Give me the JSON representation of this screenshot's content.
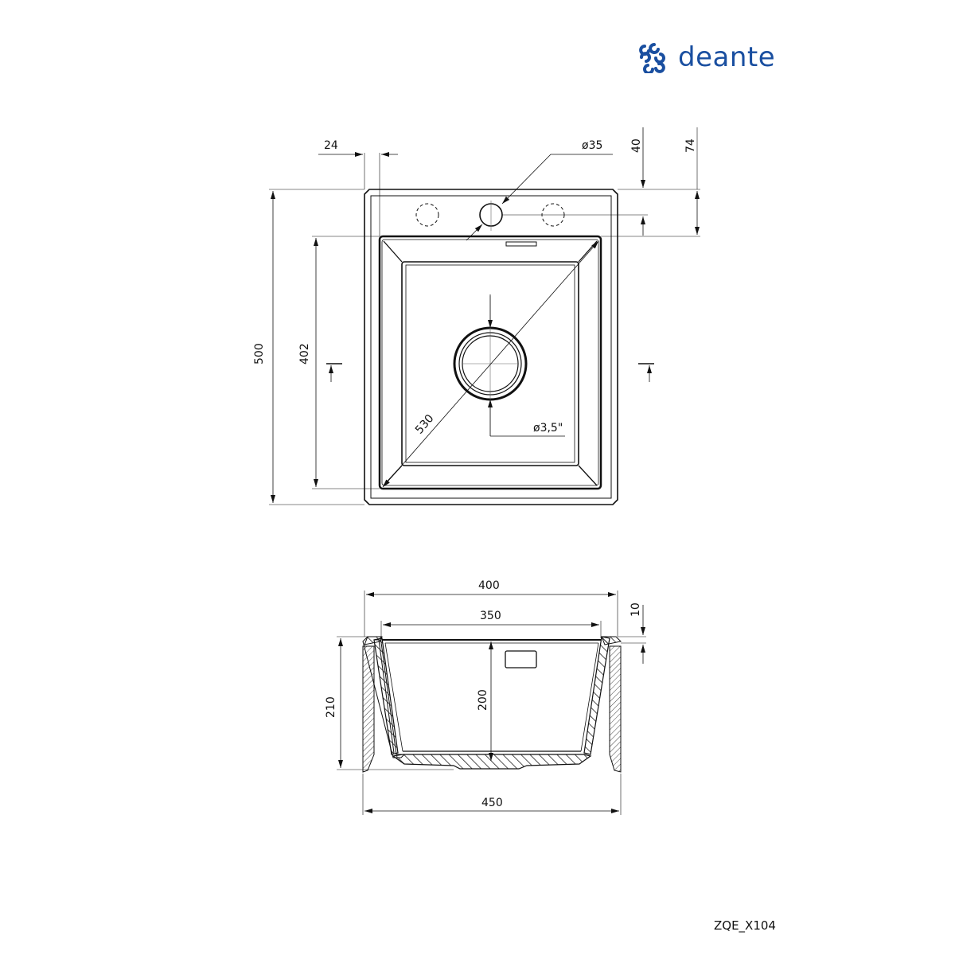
{
  "brand": {
    "name": "deante",
    "color": "#1a4fa0"
  },
  "product_code": "ZQE_X104",
  "top_view": {
    "dimensions": {
      "overall_depth": "500",
      "bowl_depth": "402",
      "diagonal": "530",
      "rim_offset": "24",
      "tap_hole_diameter": "ø35",
      "tap_hole_offset": "40",
      "bowl_offset": "74",
      "drain_diameter": "ø3,5\""
    }
  },
  "section_view": {
    "dimensions": {
      "top_width": "400",
      "bowl_width": "350",
      "rim_thickness": "10",
      "overall_height": "210",
      "bowl_height": "200",
      "cutout_width": "450"
    }
  }
}
